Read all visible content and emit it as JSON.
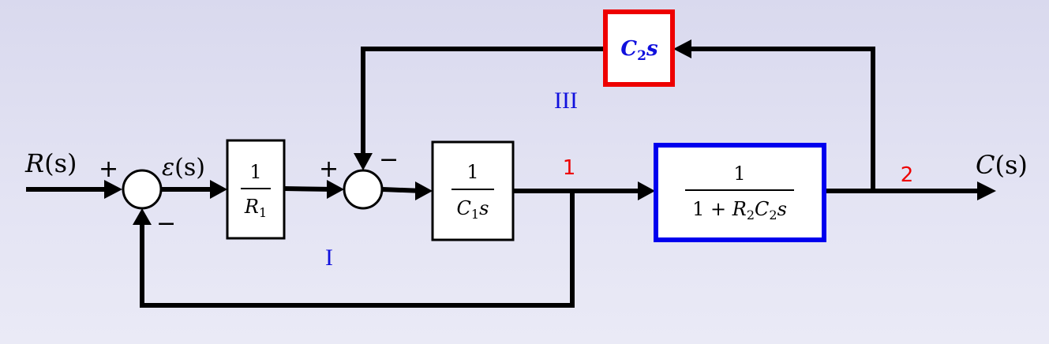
{
  "colors": {
    "blue_block": "#0000ee",
    "red_block": "#ee0000",
    "loop_label": "#1010dd",
    "node_label": "#ee0000",
    "feedback_block_text": "#1010dd"
  },
  "signals": {
    "input": {
      "name": "R",
      "arg": "(s)"
    },
    "output": {
      "name": "C",
      "arg": "(s)"
    },
    "error": {
      "name": "ε",
      "arg": "(s)"
    }
  },
  "summing_junctions": [
    {
      "id": "sum1",
      "top_sign": "+",
      "bottom_sign": "−"
    },
    {
      "id": "sum2",
      "top_sign": "+",
      "right_sign": "−"
    }
  ],
  "blocks": {
    "b1": {
      "numerator": "1",
      "den_var": "R",
      "den_sub": "1"
    },
    "b2": {
      "numerator": "1",
      "den_var": "C",
      "den_sub": "1",
      "den_tail": "s"
    },
    "b3": {
      "numerator": "1",
      "den_prefix": "1 + ",
      "den_var1": "R",
      "den_sub1": "2",
      "den_var2": "C",
      "den_sub2": "2",
      "den_tail": "s"
    },
    "feedback": {
      "var": "C",
      "sub": "2",
      "tail": "s"
    }
  },
  "loop_labels": {
    "loop1": "I",
    "loop3": "III"
  },
  "node_labels": {
    "node1": "1",
    "node2": "2"
  }
}
